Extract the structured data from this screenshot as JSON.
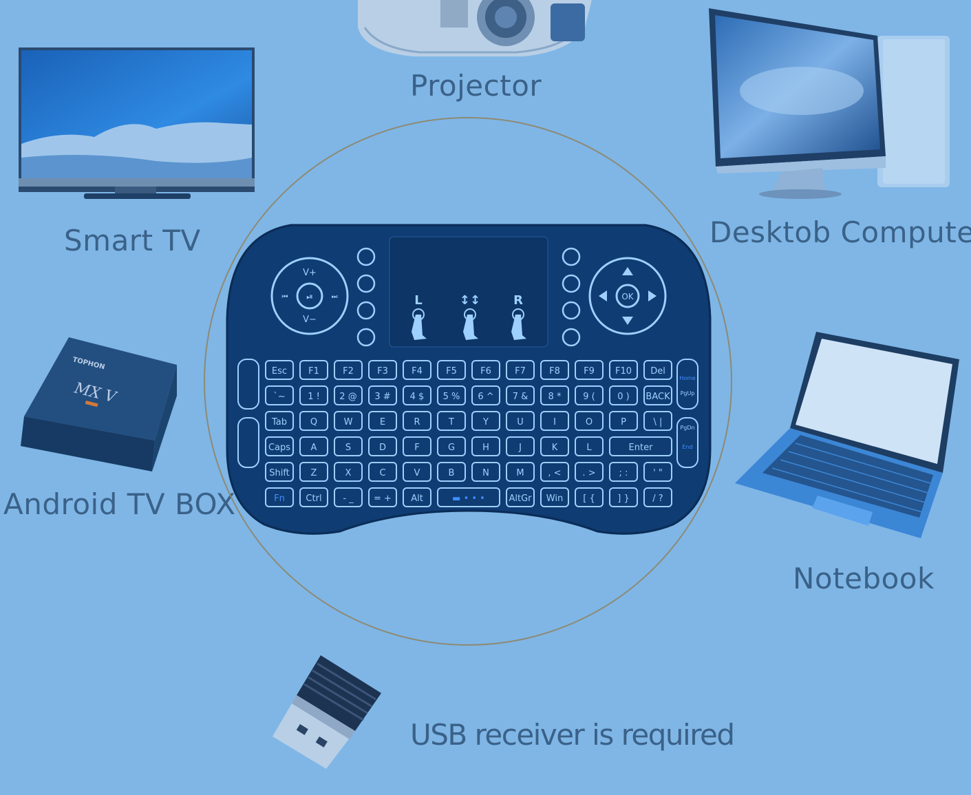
{
  "devices": {
    "projector": "Projector",
    "smart_tv": "Smart TV",
    "desktop": "Desktob Computer",
    "tv_box": "Android TV BOX",
    "notebook": "Notebook",
    "usb": "USB receiver is required"
  },
  "tv_box_brand": "TOPHON",
  "tv_box_model": "MX V",
  "touchpad": {
    "left": "L",
    "scroll": "↕↕",
    "right": "R"
  },
  "dpad": {
    "vplus": "V+",
    "vminus": "V−",
    "ok": "OK"
  },
  "keyboard": {
    "rows": [
      [
        "Esc",
        "F1",
        "F2",
        "F3",
        "F4",
        "F5",
        "F6",
        "F7",
        "F8",
        "F9",
        "F10",
        "Del"
      ],
      [
        "`~",
        "1 !",
        "2 @",
        "3 #",
        "4 $",
        "5 %",
        "6 ^",
        "7 &",
        "8 *",
        "9 (",
        "0 )",
        "BACK"
      ],
      [
        "Tab",
        "Q",
        "W",
        "E",
        "R",
        "T",
        "Y",
        "U",
        "I",
        "O",
        "P",
        "\\ |"
      ],
      [
        "Caps",
        "A",
        "S",
        "D",
        "F",
        "G",
        "H",
        "J",
        "K",
        "L",
        "Enter"
      ],
      [
        "Shift",
        "Z",
        "X",
        "C",
        "V",
        "B",
        "N",
        "M",
        ", <",
        ". >",
        "; :",
        "' \""
      ],
      [
        "Fn",
        "Ctrl",
        "- _",
        "= +",
        "Alt",
        "space",
        "AltGr",
        "Win",
        "[ {",
        "] }",
        "/ ?"
      ]
    ],
    "side_keys": [
      "Home",
      "PgUp",
      "PgDn",
      "End"
    ]
  },
  "colors": {
    "background": "#7fb6e6",
    "label": "#3a6188",
    "keyboard_body": "#0f3c72",
    "key_backlight": "#9ed0ff",
    "fn_blue": "#3f8fff"
  }
}
